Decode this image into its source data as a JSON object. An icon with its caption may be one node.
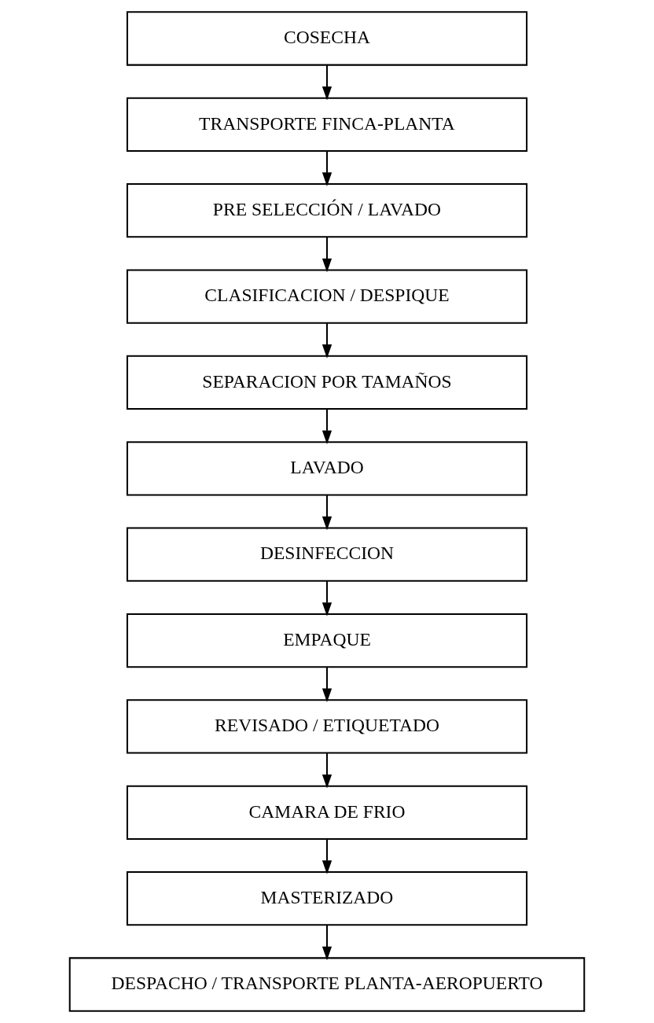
{
  "diagram": {
    "nodes": [
      {
        "text": [
          "COSECHA"
        ]
      },
      {
        "text": [
          "TRANSPORTE FINCA-PLANTA"
        ]
      },
      {
        "text": [
          "PRE SELECCIÓN / LAVADO"
        ]
      },
      {
        "text": [
          "CLASIFICACION / DESPIQUE"
        ]
      },
      {
        "text": [
          "SEPARACION POR TAMAÑOS"
        ]
      },
      {
        "text": [
          "LAVADO"
        ]
      },
      {
        "text": [
          "DESINFECCION"
        ]
      },
      {
        "text": [
          "EMPAQUE"
        ]
      },
      {
        "text": [
          "REVISADO / ETIQUETADO"
        ]
      },
      {
        "text": [
          "CAMARA DE FRIO"
        ]
      },
      {
        "text": [
          "MASTERIZADO"
        ]
      },
      {
        "text": [
          "DESPACHO / TRANSPORTE PLANTA-AEROPUERTO"
        ]
      }
    ],
    "edges": [
      {
        "from": 0,
        "to": 1,
        "arrow": "to"
      },
      {
        "from": 1,
        "to": 2,
        "arrow": "to"
      },
      {
        "from": 2,
        "to": 3,
        "arrow": "to"
      },
      {
        "from": 3,
        "to": 4,
        "arrow": "to"
      },
      {
        "from": 4,
        "to": 5,
        "arrow": "to"
      },
      {
        "from": 5,
        "to": 6,
        "arrow": "to"
      },
      {
        "from": 6,
        "to": 7,
        "arrow": "to"
      },
      {
        "from": 7,
        "to": 8,
        "arrow": "to"
      },
      {
        "from": 8,
        "to": 9,
        "arrow": "to"
      },
      {
        "from": 9,
        "to": 10,
        "arrow": "to"
      },
      {
        "from": 10,
        "to": 11,
        "arrow": "to"
      }
    ]
  }
}
